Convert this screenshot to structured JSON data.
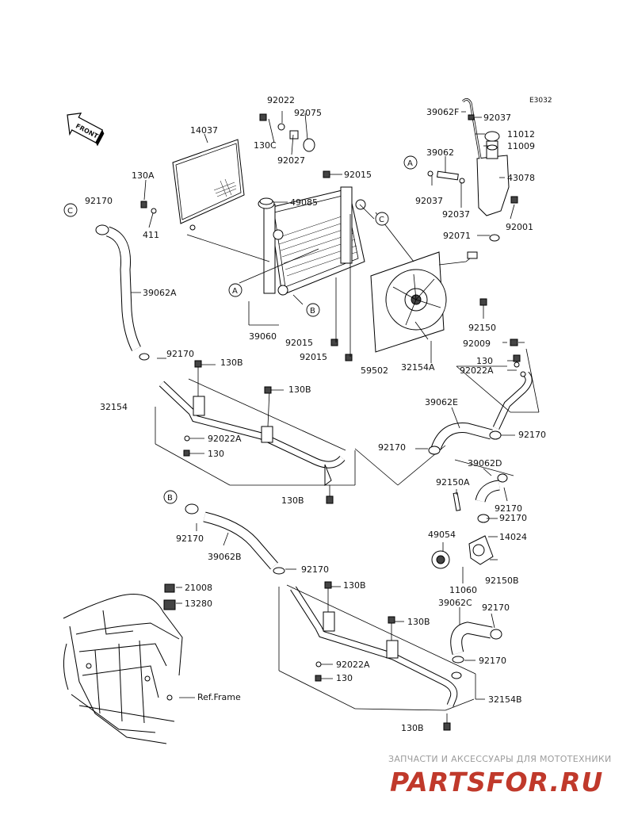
{
  "diagram": {
    "code": "E3032",
    "front_label": "FRONT",
    "frame_label": "Ref.Frame",
    "refs": [
      "A",
      "B",
      "C"
    ],
    "labels": {
      "l14037": "14037",
      "l92022": "92022",
      "l92075": "92075",
      "l130C": "130C",
      "l92027": "92027",
      "l130A": "130A",
      "l411": "411",
      "l92015a": "92015",
      "l49085": "49085",
      "l92170a": "92170",
      "l39062A": "39062A",
      "l39060": "39060",
      "l92015b": "92015",
      "l92015c": "92015",
      "l59502": "59502",
      "l39062F": "39062F",
      "l92037a": "92037",
      "l11012": "11012",
      "l11009": "11009",
      "l39062": "39062",
      "l43078": "43078",
      "l92037b": "92037",
      "l92037c": "92037",
      "l92001": "92001",
      "l92071": "92071",
      "l92150": "92150",
      "l92009": "92009",
      "l32154A": "32154A",
      "l130a": "130",
      "l92022A_a": "92022A",
      "l92170b": "92170",
      "l130B_a": "130B",
      "l130B_b": "130B",
      "l32154": "32154",
      "l92022A_b": "92022A",
      "l130b": "130",
      "l130B_c": "130B",
      "l39062E": "39062E",
      "l92170c": "92170",
      "l92170d": "92170",
      "l39062D": "39062D",
      "l92150A": "92150A",
      "l92170e": "92170",
      "l92170f": "92170",
      "l49054": "49054",
      "l14024": "14024",
      "l11060": "11060",
      "l92150B": "92150B",
      "l92170g": "92170",
      "l39062B": "39062B",
      "l92170h": "92170",
      "l130B_d": "130B",
      "l21008": "21008",
      "l13280": "13280",
      "l130B_e": "130B",
      "l39062C": "39062C",
      "l92170i": "92170",
      "l92170j": "92170",
      "l92022A_c": "92022A",
      "l130c": "130",
      "l32154B": "32154B",
      "l130B_f": "130B"
    }
  },
  "watermark": {
    "tagline": "ЗАПЧАСТИ И АКСЕССУАРЫ ДЛЯ МОТОТЕХНИКИ",
    "logo": "PARTSFOR.RU"
  }
}
